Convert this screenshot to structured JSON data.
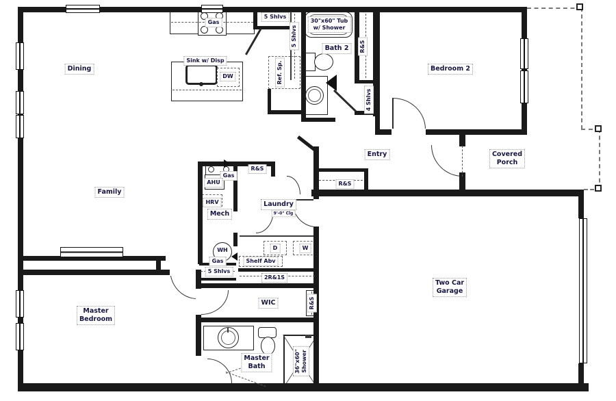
{
  "drawing_type": "residential floor plan",
  "colors": {
    "wall": "#1a1a1a",
    "label_text": "#14143f",
    "dashed_line": "#777",
    "background": "#ffffff"
  },
  "labels": {
    "dining": "Dining",
    "family": "Family",
    "master_bedroom": {
      "l1": "Master",
      "l2": "Bedroom"
    },
    "bedroom2": "Bedroom 2",
    "bath2": "Bath 2",
    "entry": "Entry",
    "covered_porch": {
      "l1": "Covered",
      "l2": "Porch"
    },
    "two_car_garage": {
      "l1": "Two Car",
      "l2": "Garage"
    },
    "laundry": "Laundry",
    "laundry_clg": "9'-0\" Clg",
    "mech": "Mech",
    "wic": "WIC",
    "master_bath": {
      "l1": "Master",
      "l2": "Bath"
    },
    "gas_range": "Gas",
    "sink_disp": "Sink w/ Disp",
    "dw": "DW",
    "ref_sp": "Ref. Sp.",
    "shlvs5_top": "5 Shlvs",
    "shlvs5_vert": "5 Shlvs",
    "tub": {
      "l1": "30\"x60\" Tub",
      "l2": "w/ Shower"
    },
    "rs_bath2": "R&S",
    "shlvs4": "4 Shlvs",
    "rs_entry": "R&S",
    "rs_laundry": "R&S",
    "gas_mech": "Gas",
    "ahu": "AHU",
    "hrv": "HRV",
    "wh": "WH",
    "gas_wh": "Gas",
    "shelf_abv": "Shelf Abv",
    "dryer": "D",
    "washer": "W",
    "shlvs5_hall": "5 Shlvs",
    "rods_shelf": "2R&1S",
    "rs_wic": "R&S",
    "shower36": {
      "l1": "36\"x60\"",
      "l2": "Shower"
    }
  },
  "fixtures": [
    "gas-range",
    "kitchen-island-sink",
    "dishwasher",
    "refrigerator-space",
    "bathtub",
    "toilet",
    "vanity-sink",
    "water-heater",
    "washer",
    "dryer",
    "shower-stall",
    "door-swing-arc",
    "window",
    "porch-post",
    "garage-door"
  ]
}
